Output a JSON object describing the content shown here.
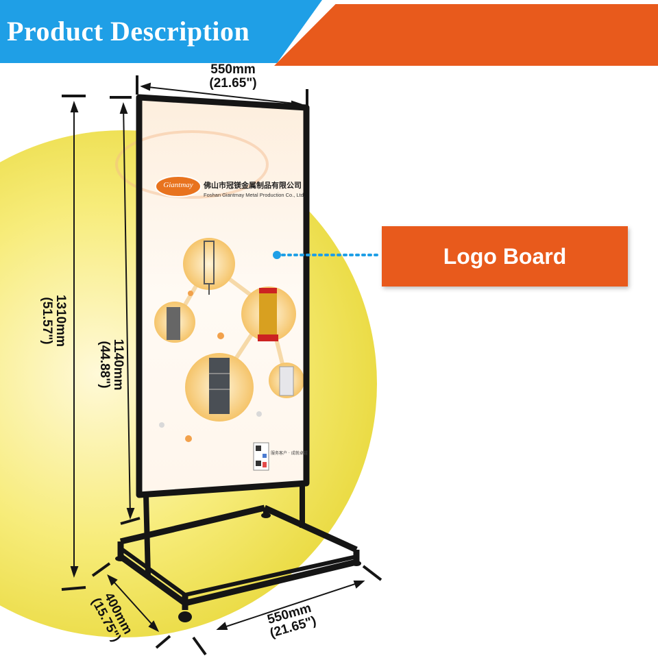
{
  "header": {
    "title": "Product Description",
    "colors": {
      "blue": "#1f9fe6",
      "orange": "#e85a1c"
    }
  },
  "callout": {
    "label": "Logo Board",
    "color": "#e85a1c"
  },
  "poster": {
    "logo_text": "Giantmay",
    "company_cn": "佛山市冠镁金属制品有限公司",
    "company_en": "Foshan Giantmay Metal Production Co., Ltd.",
    "slogan": "服务客户 · 成就卓越"
  },
  "dimensions": {
    "top_width": {
      "mm": "550mm",
      "inch": "(21.65\")"
    },
    "board_height": {
      "mm": "1140mm",
      "inch": "(44.88\")"
    },
    "total_height": {
      "mm": "1310mm",
      "inch": "(51.57\")"
    },
    "base_depth": {
      "mm": "400mm",
      "inch": "(15.75\")"
    },
    "base_width": {
      "mm": "550mm",
      "inch": "(21.65\")"
    }
  }
}
